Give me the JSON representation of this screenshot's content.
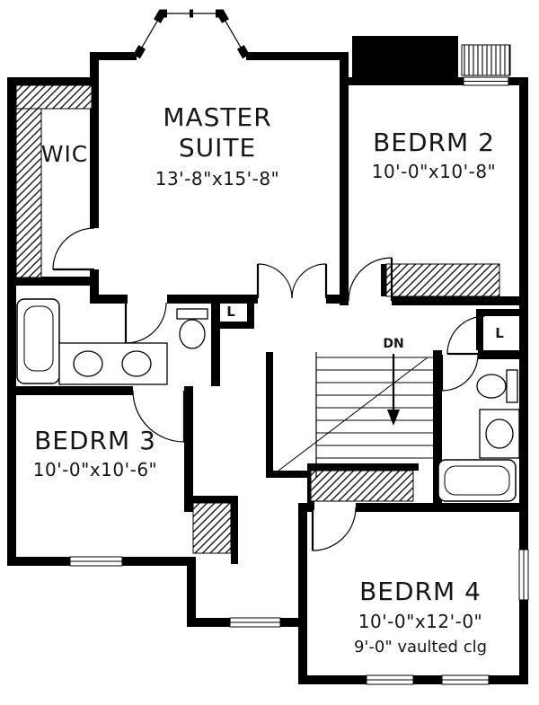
{
  "colors": {
    "wall": "#000000",
    "background": "#ffffff"
  },
  "rooms": {
    "wic": {
      "label": "WIC"
    },
    "master": {
      "name1": "MASTER",
      "name2": "SUITE",
      "dims": "13'-8\"x15'-8\""
    },
    "bedrm2": {
      "name": "BEDRM 2",
      "dims": "10'-0\"x10'-8\""
    },
    "bedrm3": {
      "name": "BEDRM 3",
      "dims": "10'-0\"x10'-6\""
    },
    "bedrm4": {
      "name": "BEDRM 4",
      "dims": "10'-0\"x12'-0\"",
      "note": "9'-0\" vaulted clg"
    }
  },
  "stairs": {
    "dn": "DN"
  },
  "closets": {
    "l1": "L",
    "l2": "L"
  }
}
